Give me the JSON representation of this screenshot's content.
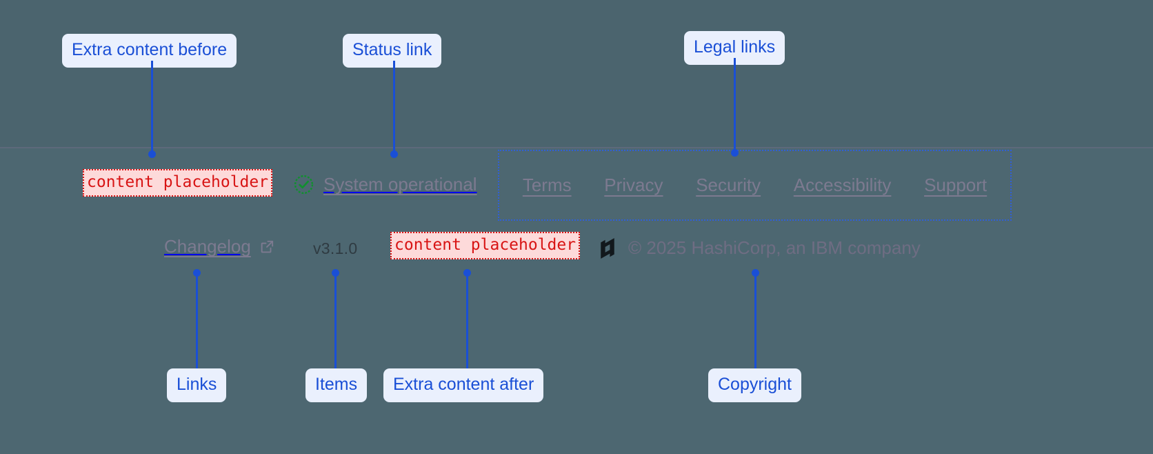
{
  "footer": {
    "extra_before": {
      "text": "content placeholder",
      "style": "placeholder",
      "color": "#d81414",
      "background": "#fddada"
    },
    "status": {
      "icon": "check-circle-icon",
      "icon_color": "#11902f",
      "label": "System operational"
    },
    "legal_links": [
      {
        "label": "Terms"
      },
      {
        "label": "Privacy"
      },
      {
        "label": "Security"
      },
      {
        "label": "Accessibility"
      },
      {
        "label": "Support"
      }
    ],
    "changelog": {
      "label": "Changelog",
      "icon": "external-link-icon"
    },
    "version": "v3.1.0",
    "extra_after": {
      "text": "content placeholder",
      "style": "placeholder",
      "color": "#d81414",
      "background": "#fddada"
    },
    "copyright": {
      "logo": "hashicorp-logo",
      "text": "© 2025 HashiCorp, an IBM company"
    }
  },
  "annotations": {
    "accent_color": "#1a4fd6",
    "label_background": "#eaf0fd",
    "items": [
      {
        "id": "extra-content-before",
        "label": "Extra content before"
      },
      {
        "id": "status-link",
        "label": "Status link"
      },
      {
        "id": "legal-links",
        "label": "Legal links"
      },
      {
        "id": "links",
        "label": "Links"
      },
      {
        "id": "items",
        "label": "Items"
      },
      {
        "id": "extra-content-after",
        "label": "Extra content after"
      },
      {
        "id": "copyright",
        "label": "Copyright"
      }
    ]
  }
}
